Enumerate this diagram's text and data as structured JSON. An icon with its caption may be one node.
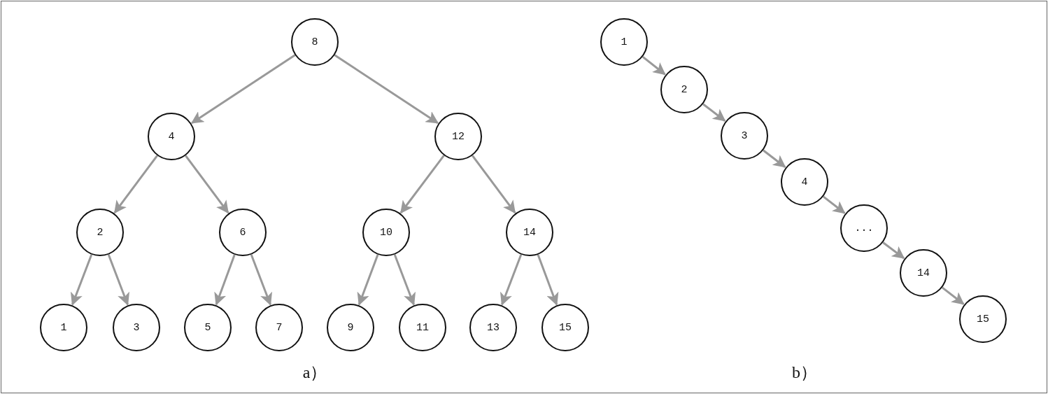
{
  "diagram": {
    "nodes": [
      {
        "text": [
          "8"
        ]
      },
      {
        "text": [
          "4"
        ]
      },
      {
        "text": [
          "12"
        ]
      },
      {
        "text": [
          "2"
        ]
      },
      {
        "text": [
          "6"
        ]
      },
      {
        "text": [
          "10"
        ]
      },
      {
        "text": [
          "14"
        ]
      },
      {
        "text": [
          "1"
        ]
      },
      {
        "text": [
          "3"
        ]
      },
      {
        "text": [
          "5"
        ]
      },
      {
        "text": [
          "7"
        ]
      },
      {
        "text": [
          "9"
        ]
      },
      {
        "text": [
          "11"
        ]
      },
      {
        "text": [
          "13"
        ]
      },
      {
        "text": [
          "15"
        ]
      },
      {
        "text": [
          "1"
        ]
      },
      {
        "text": [
          "2"
        ]
      },
      {
        "text": [
          "3"
        ]
      },
      {
        "text": [
          "4"
        ]
      },
      {
        "text": [
          "..."
        ]
      },
      {
        "text": [
          "14"
        ]
      },
      {
        "text": [
          "15"
        ]
      }
    ],
    "edges": [
      {
        "from": 0,
        "to": 1,
        "arrow": "to"
      },
      {
        "from": 0,
        "to": 2,
        "arrow": "to"
      },
      {
        "from": 1,
        "to": 3,
        "arrow": "to"
      },
      {
        "from": 1,
        "to": 4,
        "arrow": "to"
      },
      {
        "from": 2,
        "to": 5,
        "arrow": "to"
      },
      {
        "from": 2,
        "to": 6,
        "arrow": "to"
      },
      {
        "from": 3,
        "to": 7,
        "arrow": "to"
      },
      {
        "from": 3,
        "to": 8,
        "arrow": "to"
      },
      {
        "from": 4,
        "to": 9,
        "arrow": "to"
      },
      {
        "from": 4,
        "to": 10,
        "arrow": "to"
      },
      {
        "from": 5,
        "to": 11,
        "arrow": "to"
      },
      {
        "from": 5,
        "to": 12,
        "arrow": "to"
      },
      {
        "from": 6,
        "to": 13,
        "arrow": "to"
      },
      {
        "from": 6,
        "to": 14,
        "arrow": "to"
      },
      {
        "from": 15,
        "to": 16,
        "arrow": "to"
      },
      {
        "from": 16,
        "to": 17,
        "arrow": "to"
      },
      {
        "from": 17,
        "to": 18,
        "arrow": "to"
      },
      {
        "from": 18,
        "to": 19,
        "arrow": "to"
      },
      {
        "from": 19,
        "to": 20,
        "arrow": "to"
      },
      {
        "from": 20,
        "to": 21,
        "arrow": "to"
      }
    ],
    "labels": [
      "a）",
      "b）"
    ]
  }
}
